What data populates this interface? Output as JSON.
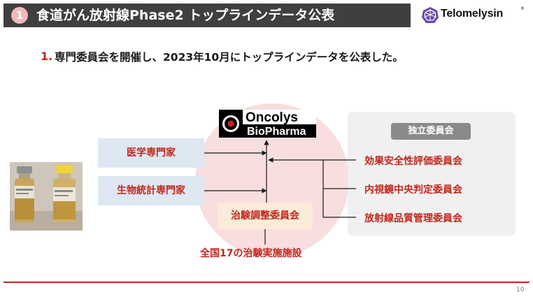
{
  "header": {
    "badge": "1",
    "title": "食道がん放射線Phase2 トップラインデータ公表",
    "logo_text": "Telomelysin",
    "logo_registered": "®"
  },
  "headline": {
    "number": "1.",
    "text": "専門委員会を開催し、2023年10月にトップラインデータを公表した。"
  },
  "sponsor": {
    "name_line1": "Oncolys",
    "name_line2": "BioPharma"
  },
  "experts": {
    "medical": "医学専門家",
    "statistics": "生物統計専門家"
  },
  "coordination_committee": "治験調整委員会",
  "sites": "全国17の治験実施施設",
  "independent_panel": {
    "title": "独立委員会",
    "committees": [
      "効果安全性評価委員会",
      "内視鏡中央判定委員会",
      "放射線品質管理委員会"
    ]
  },
  "page_number": "10",
  "colors": {
    "accent_red": "#c0271c",
    "title_bar": "#3f3f3f",
    "circle_fill": "#f8dede",
    "expert_box": "#dde8f2",
    "coord_box": "#fcebd9",
    "panel": "#f0f0f0"
  }
}
